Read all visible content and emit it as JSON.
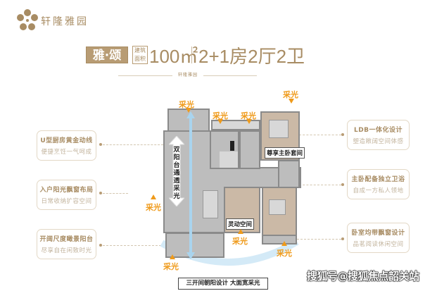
{
  "brand": {
    "name": "轩隆雅园",
    "sub_divider_text": "轩隆雅园"
  },
  "header": {
    "badge": "雅·颂",
    "area_label": "建筑面积",
    "area_value": "100㎡",
    "layout": "2+1房2厅2卫"
  },
  "left_features": [
    {
      "title": "U型厨房黄金动线",
      "subtitle": "便捷烹饪一气呵成"
    },
    {
      "title": "入户阳光飘窗布局",
      "subtitle": "日常收纳扩容空间"
    },
    {
      "title": "开阔尺度瞰景阳台",
      "subtitle": "尽享自在闲致时光"
    }
  ],
  "right_features": [
    {
      "title": "LDB一体化设计",
      "subtitle": "塑造敞阔空间体感"
    },
    {
      "title": "主卧配备独立卫浴",
      "subtitle": "自成一方私人领地"
    },
    {
      "title": "卧室均带飘窗设计",
      "subtitle": "品茗阅读休闲空间"
    }
  ],
  "floorplan": {
    "daylight_label": "采光",
    "master_bedroom": "尊享主卧套间",
    "flex_room": "灵动空间",
    "dual_balcony": "双阳台通透采光",
    "caption": "三开间朝阳设计 大面宽采光"
  },
  "watermark": "搜狐号@搜狐焦点韶关站",
  "colors": {
    "gold": "#a88c63",
    "daylight": "#ef9a1a",
    "airflow": "#a9d4ee"
  }
}
